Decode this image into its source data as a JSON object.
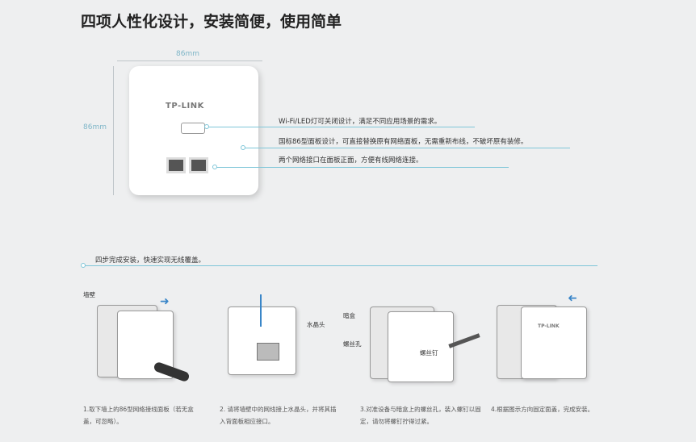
{
  "title": "四项人性化设计，安装简便，使用简单",
  "dimensions": {
    "width": "86mm",
    "height": "86mm"
  },
  "device": {
    "logo": "TP-LINK"
  },
  "features": [
    "Wi-Fi/LED灯可关闭设计，满足不同应用场景的需求。",
    "国标86型面板设计，可直接替换原有网络面板，无需重新布线，不破坏原有装修。",
    "两个网络接口在面板正面，方便有线网络连接。"
  ],
  "install_heading": "四步完成安装，快速实现无线覆盖。",
  "labels": {
    "wall": "墙壁",
    "rj45": "水晶头",
    "box": "暗盒",
    "hole": "螺丝孔",
    "screw": "螺丝钉",
    "logo_small": "TP-LINK"
  },
  "steps": [
    "1.取下墙上的86型网络接线面板（若无盒盖，可忽略）。",
    "2. 请将墙壁中的网线接上水晶头，并将其插入背面板相应接口。",
    "3.对准设备与暗盒上的螺丝孔，装入螺钉以固定，请勿将螺钉拧得过紧。",
    "4.根据图示方向固定面盖，完成安装。"
  ]
}
